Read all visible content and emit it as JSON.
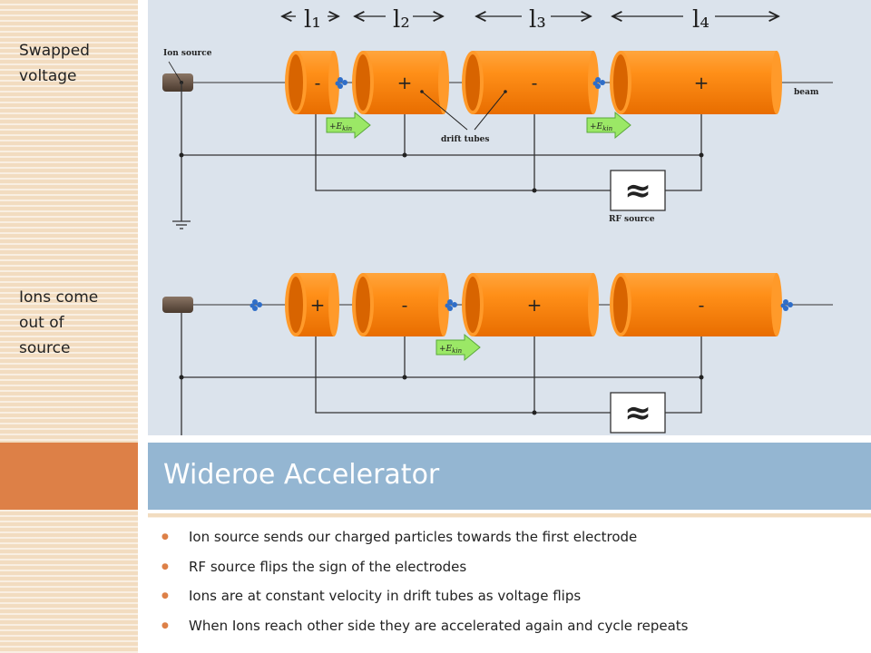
{
  "side_notes": {
    "top": [
      "Swapped",
      "voltage"
    ],
    "bottom": [
      "Ions come",
      "out of",
      "source"
    ]
  },
  "diagram": {
    "lengths": [
      "l₁",
      "l₂",
      "l₃",
      "l₄"
    ],
    "ion_source_label": "Ion source",
    "beam_label": "beam",
    "drift_tubes_label": "drift tubes",
    "rf_source_label": "RF source",
    "rf_symbol": "≈",
    "ekin_label": "+E",
    "ekin_sub": "kin",
    "top_signs": [
      "-",
      "+",
      "-",
      "+"
    ],
    "bottom_signs": [
      "+",
      "-",
      "+",
      "-"
    ]
  },
  "title": "Wideroe Accelerator",
  "bullets": [
    "Ion source sends our charged particles towards the first electrode",
    "RF source flips the sign of the electrodes",
    "Ions are at constant velocity in drift tubes as voltage flips",
    "When Ions reach other side they are accelerated again and cycle repeats"
  ],
  "colors": {
    "accent_orange": "#dd8047",
    "title_band": "#94b6d2",
    "tube_orange": "#f7891c",
    "arrow_green": "#9be866",
    "ion_blue": "#2f6ec8"
  }
}
